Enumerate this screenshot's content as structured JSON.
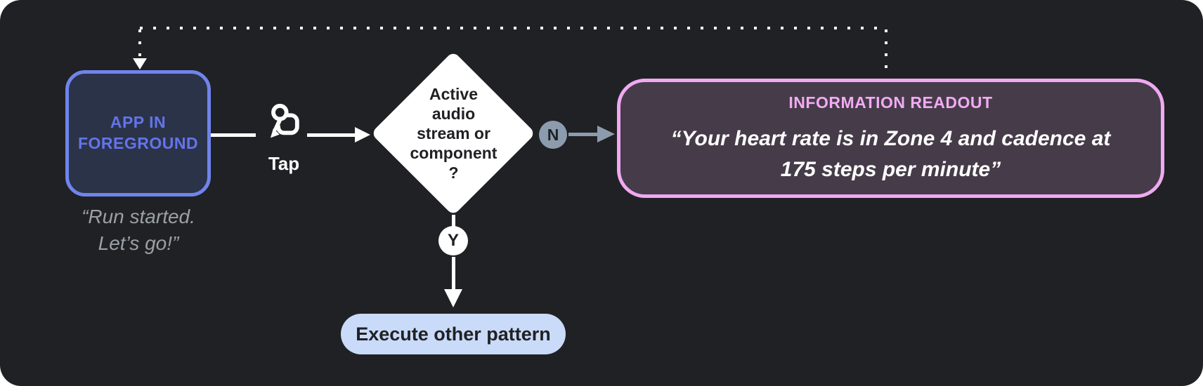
{
  "diagram": {
    "app_node": {
      "label": "APP IN\nFOREGROUND",
      "quote": "“Run started.\nLet’s go!”"
    },
    "tap": {
      "label": "Tap",
      "icon": "tap-gesture-icon"
    },
    "decision": {
      "label": "Active\naudio\nstream or\ncomponent\n?"
    },
    "branch_no": {
      "label": "N"
    },
    "branch_yes": {
      "label": "Y"
    },
    "readout_node": {
      "title": "INFORMATION READOUT",
      "quote": "“Your heart rate is in Zone 4 and cadence at\n175 steps per minute”"
    },
    "execute_node": {
      "label": "Execute other pattern"
    }
  },
  "colors": {
    "panel_background": "#202124",
    "app_node_border": "#7084EC",
    "app_node_fill": "#2B3348",
    "app_node_text": "#6374EB",
    "quote_gray": "#9AA0A6",
    "connector_white": "#FFFFFF",
    "branch_no_slate": "#8C9CAE",
    "readout_border": "#EFA9F1",
    "readout_fill": "#463C49",
    "readout_title_pink": "#F2ABF4",
    "execute_pill_fill": "#C9DBF8",
    "dark_text": "#202124"
  }
}
